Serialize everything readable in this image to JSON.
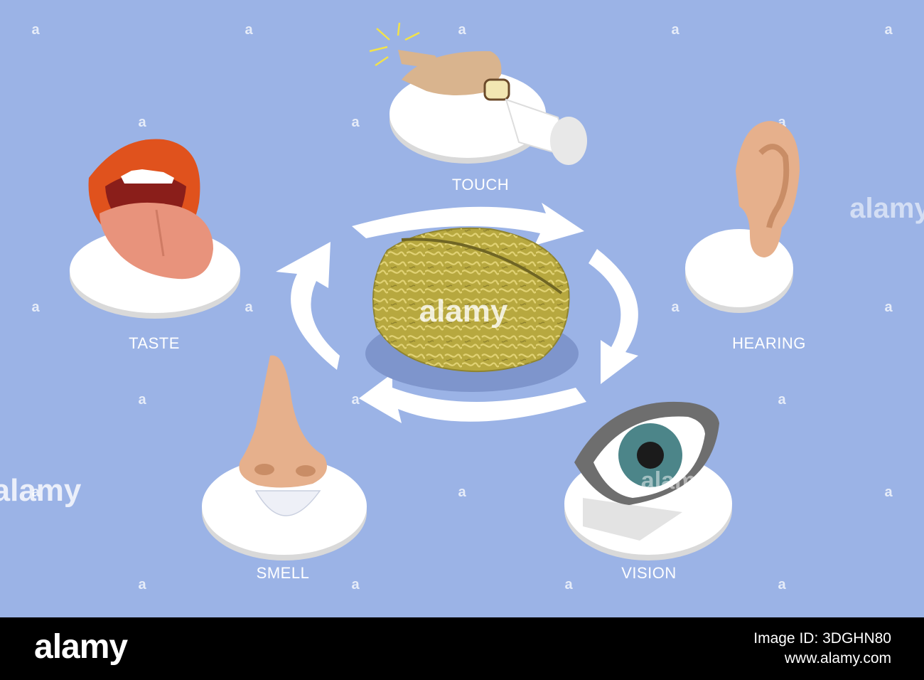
{
  "diagram": {
    "center": "brain",
    "senses": [
      {
        "id": "touch",
        "label": "TOUCH"
      },
      {
        "id": "hearing",
        "label": "HEARING"
      },
      {
        "id": "vision",
        "label": "VISION"
      },
      {
        "id": "smell",
        "label": "SMELL"
      },
      {
        "id": "taste",
        "label": "TASTE"
      }
    ]
  },
  "watermark": {
    "text": "alamy",
    "small_glyph": "a"
  },
  "footer": {
    "brand": "alamy",
    "line1": "Image ID: 3DGHN80",
    "line2": "www.alamy.com"
  },
  "colors": {
    "background": "#9bb3e6",
    "disc": "#ffffff",
    "brain": "#b7a83f",
    "lips": "#e0521d",
    "skin": "#e6b08c",
    "iris": "#4c8589"
  }
}
